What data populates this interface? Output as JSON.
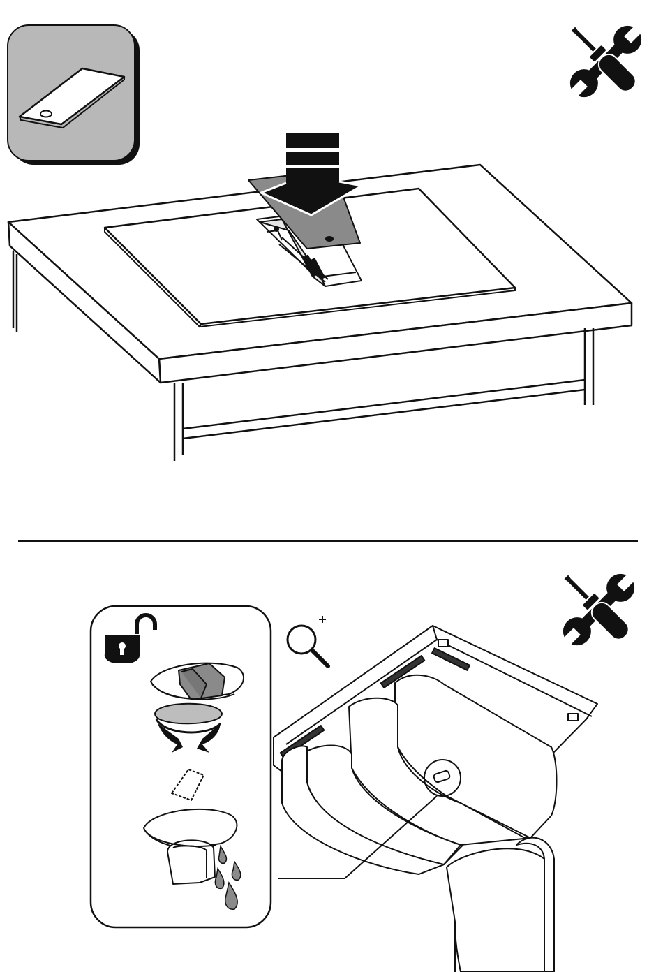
{
  "document": {
    "type": "installation-manual-page",
    "steps": [
      {
        "id": "step-install-cover",
        "icons": [
          "cover-plate-icon",
          "tools-icon",
          "down-arrow-icon"
        ]
      },
      {
        "id": "step-drain-duct",
        "icons": [
          "unlock-icon",
          "rotate-arrows-icon",
          "water-drops-icon",
          "magnifier-plus-icon",
          "tools-icon"
        ]
      }
    ]
  },
  "colors": {
    "line": "#111111",
    "badge_fill": "#b8b8b8",
    "cover_plate": "#8a8a8a",
    "ring_fill": "#bdbdbd",
    "white": "#ffffff"
  }
}
